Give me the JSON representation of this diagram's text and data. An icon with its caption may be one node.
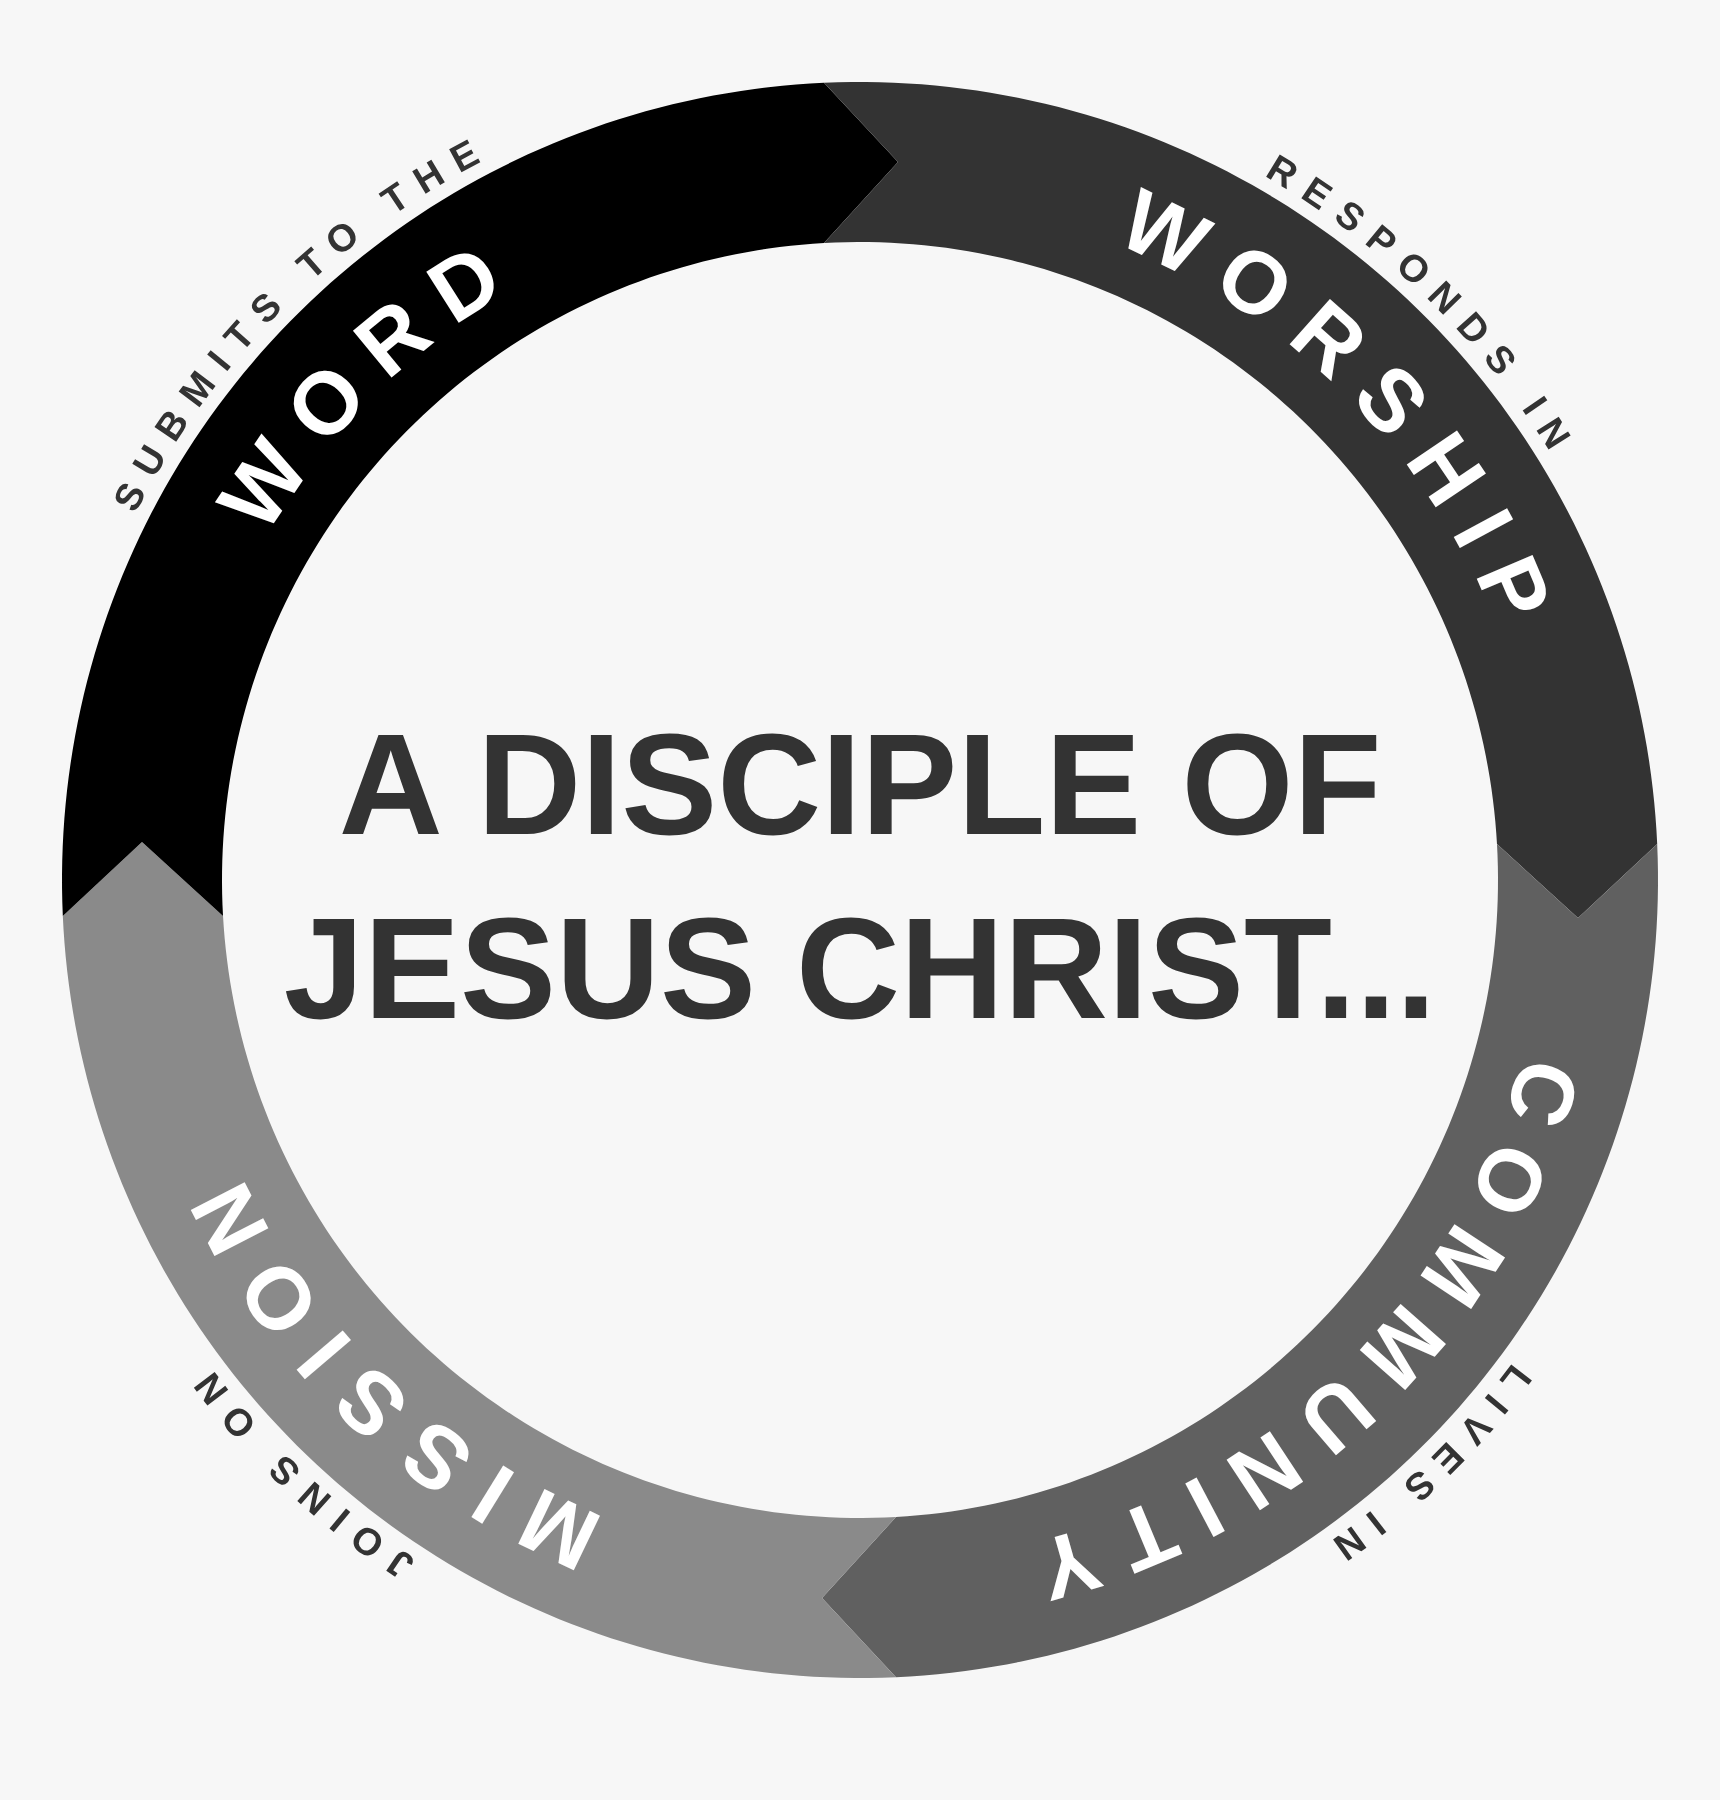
{
  "diagram": {
    "title": "A DISCIPLE OF JESUS CHRIST...",
    "nodes": [
      {
        "text": [
          "SUBMITS TO THE",
          "WORD"
        ]
      },
      {
        "text": [
          "RESPONDS IN",
          "WORSHIP"
        ]
      },
      {
        "text": [
          "LIVES IN",
          "COMMUNITY"
        ]
      },
      {
        "text": [
          "JOINS ON",
          "MISSION"
        ]
      }
    ],
    "edges": [
      {
        "from": 0,
        "to": 1,
        "arrow": "to",
        "color": "#000000"
      },
      {
        "from": 1,
        "to": 2,
        "arrow": "to",
        "color": "#333333"
      },
      {
        "from": 2,
        "to": 3,
        "arrow": "to",
        "color": "#606060"
      },
      {
        "from": 3,
        "to": 0,
        "arrow": "to",
        "color": "#8a8a8a"
      }
    ]
  }
}
